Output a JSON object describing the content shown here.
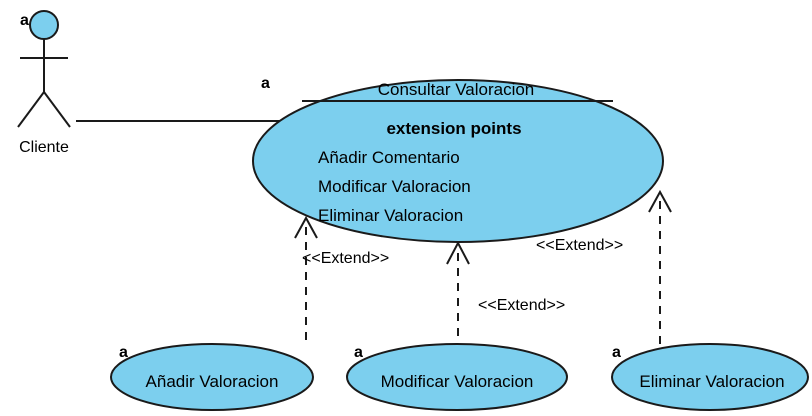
{
  "diagram": {
    "actor": {
      "name": "Cliente",
      "marker": "a",
      "color": "#7ccfee"
    },
    "main_use_case": {
      "title": "Consultar Valoracion",
      "marker": "a",
      "section_header": "extension points",
      "extension_points": [
        "Añadir Comentario",
        "Modificar Valoracion",
        "Eliminar Valoracion"
      ],
      "color": "#7ccfee"
    },
    "extending_use_cases": [
      {
        "name": "Añadir Valoracion",
        "marker": "a"
      },
      {
        "name": "Modificar Valoracion",
        "marker": "a"
      },
      {
        "name": "Eliminar Valoracion",
        "marker": "a"
      }
    ],
    "relations": [
      {
        "label": "<<Extend>>"
      },
      {
        "label": "<<Extend>>"
      },
      {
        "label": "<<Extend>>"
      }
    ]
  }
}
